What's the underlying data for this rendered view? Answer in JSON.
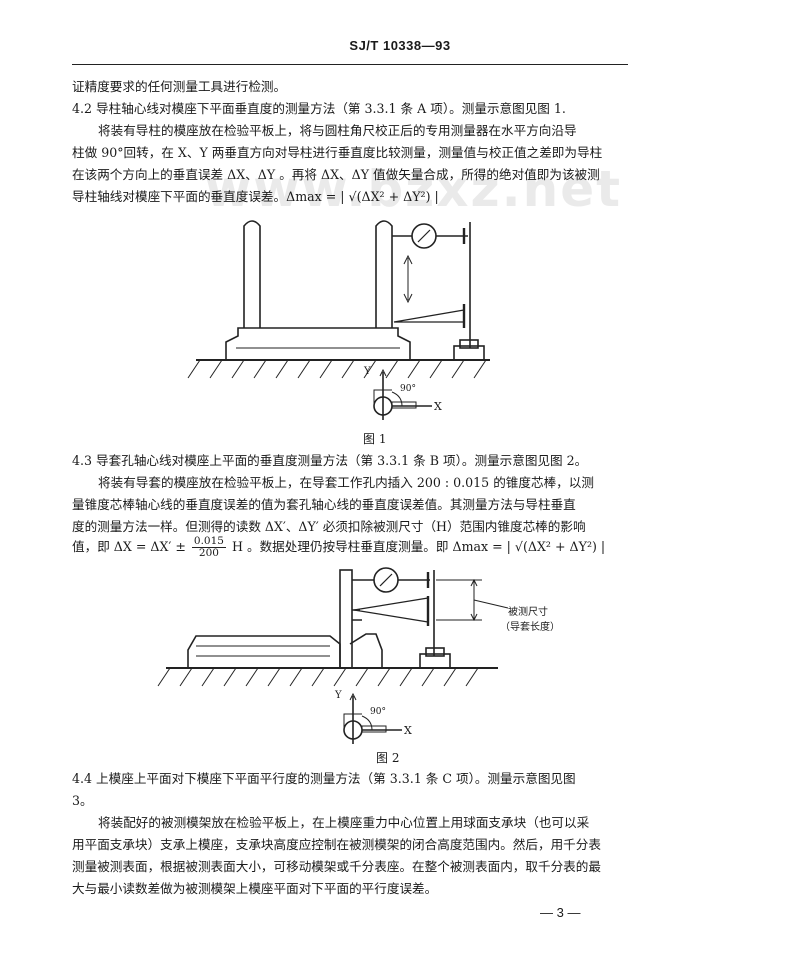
{
  "header": {
    "standard_no": "SJ/T 10338—93"
  },
  "watermark": "www.bzxz.net",
  "paragraphs": {
    "p0": "证精度要求的任何测量工具进行检测。",
    "s42_title": "4.2  导柱轴心线对模座下平面垂直度的测量方法（第 3.3.1 条 A 项）。测量示意图见图 1.",
    "s42_l1": "将装有导柱的模座放在检验平板上，将与圆柱角尺校正后的专用测量器在水平方向沿导",
    "s42_l2": "柱做 90°回转，在 X、Y 两垂直方向对导柱进行垂直度比较测量，测量值与校正值之差即为导柱",
    "s42_l3": "在该两个方向上的垂直误差 ΔX、ΔY 。再将 ΔX、ΔY 值做矢量合成，所得的绝对值即为该被测",
    "s42_l4": "导柱轴线对模座下平面的垂直度误差。Δmax = | √(ΔX² + ΔY²) |",
    "s43_title": "4.3  导套孔轴心线对模座上平面的垂直度测量方法（第 3.3.1 条 B 项）。测量示意图见图 2。",
    "s43_l1": "将装有导套的模座放在检验平板上，在导套工作孔内插入 200 : 0.015 的锥度芯棒，以测",
    "s43_l2": "量锥度芯棒轴心线的垂直度误差的值为套孔轴心线的垂直度误差值。其测量方法与导柱垂直",
    "s43_l3": "度的测量方法一样。但测得的读数 ΔX′、ΔY′ 必须扣除被测尺寸（H）范围内锥度芯棒的影响",
    "s43_l4a": "值，即 ΔX = ΔX′ ±",
    "s43_frac_num": "0.015",
    "s43_frac_den": "200",
    "s43_l4b": "H 。数据处理仍按导柱垂直度测量。即 Δmax = | √(ΔX² + ΔY²) |",
    "s44_title": "4.4  上模座上平面对下模座下平面平行度的测量方法（第 3.3.1 条 C 项）。测量示意图见图",
    "s44_title2": "3。",
    "s44_l1": "将装配好的被测模架放在检验平板上，在上模座重力中心位置上用球面支承块（也可以采",
    "s44_l2": "用平面支承块）支承上模座，支承块高度应控制在被测模架的闭合高度范围内。然后，用千分表",
    "s44_l3": "测量被测表面，根据被测表面大小，可移动模架或千分表座。在整个被测表面内，取千分表的最",
    "s44_l4": "大与最小读数差做为被测模架上模座平面对下平面的平行度误差。"
  },
  "figures": {
    "fig1_caption": "图 1",
    "fig2_caption": "图 2",
    "axis_x": "X",
    "axis_y": "Y",
    "angle": "90°",
    "fig2_label1": "被测尺寸",
    "fig2_label2": "（导套长度）"
  },
  "footer": {
    "page": "— 3 —"
  }
}
